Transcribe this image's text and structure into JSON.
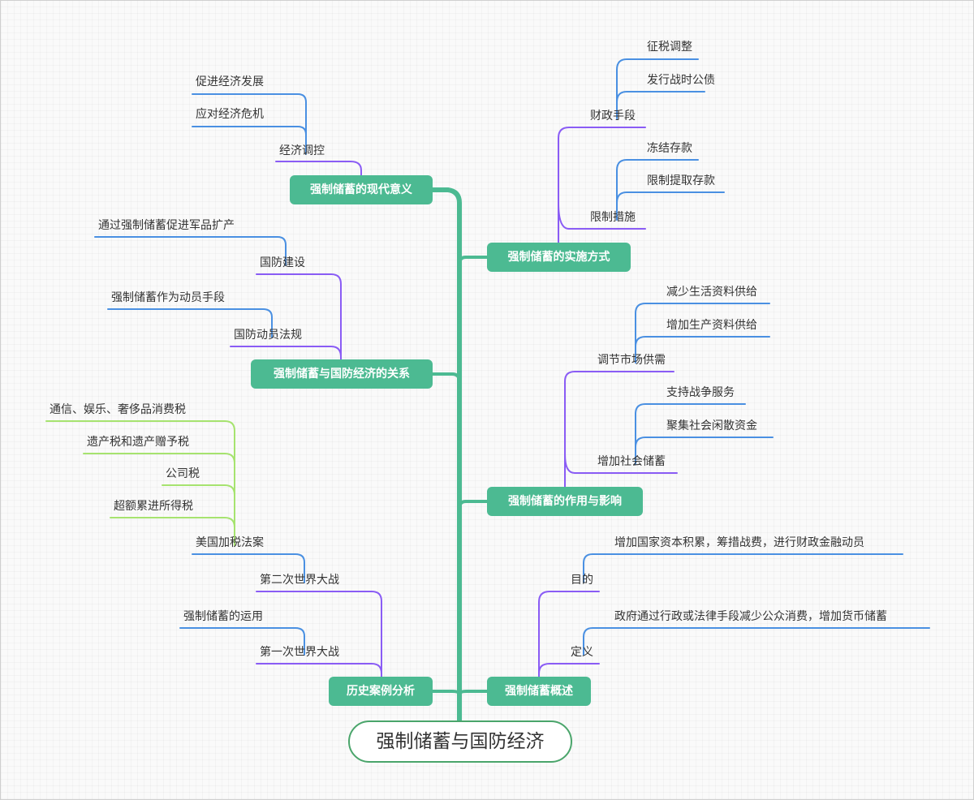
{
  "root": "强制储蓄与国防经济",
  "colors": {
    "trunk": "#4cba92",
    "root_border": "#4aa56b",
    "purple": "#8a5cf5",
    "blue": "#4a90e2",
    "lime": "#a6e36f"
  },
  "branches": {
    "modern": {
      "label": "强制储蓄的现代意义",
      "l1": {
        "label": "经济调控",
        "leaves": [
          "促进经济发展",
          "应对经济危机"
        ]
      }
    },
    "impl": {
      "label": "强制储蓄的实施方式",
      "fiscal": {
        "label": "财政手段",
        "leaves": [
          "征税调整",
          "发行战时公债"
        ]
      },
      "restrict": {
        "label": "限制措施",
        "leaves": [
          "冻结存款",
          "限制提取存款"
        ]
      }
    },
    "relation": {
      "label": "强制储蓄与国防经济的关系",
      "defense": {
        "label": "国防建设",
        "leaves": [
          "通过强制储蓄促进军品扩产"
        ]
      },
      "law": {
        "label": "国防动员法规",
        "leaves": [
          "强制储蓄作为动员手段"
        ]
      }
    },
    "effect": {
      "label": "强制储蓄的作用与影响",
      "market": {
        "label": "调节市场供需",
        "leaves": [
          "减少生活资料供给",
          "增加生产资料供给"
        ]
      },
      "savings": {
        "label": "增加社会储蓄",
        "leaves": [
          "支持战争服务",
          "聚集社会闲散资金"
        ]
      }
    },
    "history": {
      "label": "历史案例分析",
      "ww2": {
        "label": "第二次世界大战",
        "sub": {
          "label": "美国加税法案",
          "leaves": [
            "通信、娱乐、奢侈品消费税",
            "遗产税和遗产赠予税",
            "公司税",
            "超额累进所得税"
          ]
        }
      },
      "ww1": {
        "label": "第一次世界大战",
        "leaves": [
          "强制储蓄的运用"
        ]
      }
    },
    "overview": {
      "label": "强制储蓄概述",
      "purpose": {
        "label": "目的",
        "leaves": [
          "增加国家资本积累，筹措战费，进行财政金融动员"
        ]
      },
      "definition": {
        "label": "定义",
        "leaves": [
          "政府通过行政或法律手段减少公众消费，增加货币储蓄"
        ]
      }
    }
  }
}
